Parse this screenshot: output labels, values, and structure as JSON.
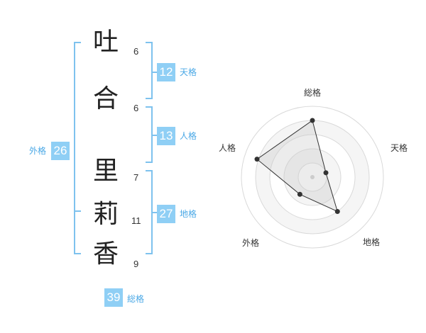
{
  "name": {
    "chars": [
      {
        "char": "吐",
        "strokes": "6"
      },
      {
        "char": "合",
        "strokes": "6"
      },
      {
        "char": "里",
        "strokes": "7"
      },
      {
        "char": "莉",
        "strokes": "11"
      },
      {
        "char": "香",
        "strokes": "9"
      }
    ]
  },
  "kakusu": {
    "tenkaku": {
      "value": "12",
      "label": "天格"
    },
    "jinkaku": {
      "value": "13",
      "label": "人格"
    },
    "chikaku": {
      "value": "27",
      "label": "地格"
    },
    "gaikaku": {
      "value": "26",
      "label": "外格"
    },
    "soukaku": {
      "value": "39",
      "label": "総格"
    }
  },
  "colors": {
    "badge": "#8fcff5",
    "bracket": "#7ec2ee",
    "label": "#4aa8e6"
  },
  "chart_data": {
    "type": "radar",
    "axes": [
      "総格",
      "天格",
      "地格",
      "外格",
      "人格"
    ],
    "rings": 5,
    "values": [
      4,
      1,
      3,
      1.5,
      4.1
    ],
    "max": 5
  }
}
